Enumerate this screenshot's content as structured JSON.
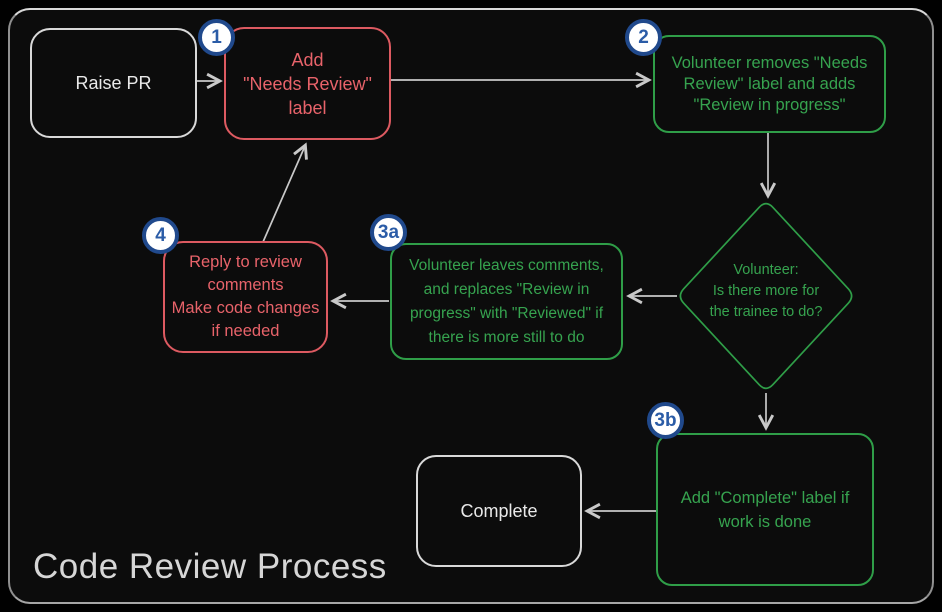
{
  "title": "Code Review Process",
  "colors": {
    "background": "#0c0c0c",
    "frame_border": "#b5b5b5",
    "neutral_node": "#d9d9d9",
    "red_accent": "#e8636a",
    "green_accent": "#2f9e48",
    "arrow": "#c9c9c9",
    "badge_ring": "#20498c",
    "badge_text": "#2b5ca7",
    "badge_fill": "#ffffff"
  },
  "nodes": {
    "raise_pr": {
      "label": "Raise PR"
    },
    "step1": {
      "badge": "1",
      "lines": [
        "Add",
        "\"Needs Review\"",
        "label"
      ]
    },
    "step2": {
      "badge": "2",
      "lines": [
        "Volunteer removes \"Needs",
        "Review\" label and adds",
        "\"Review in progress\""
      ]
    },
    "decision": {
      "lines": [
        "Volunteer:",
        "Is there more for",
        "the trainee to do?"
      ]
    },
    "step3a": {
      "badge": "3a",
      "lines": [
        "Volunteer leaves comments,",
        "and replaces \"Review in",
        "progress\" with \"Reviewed\" if",
        "there is more still to do"
      ]
    },
    "step4": {
      "badge": "4",
      "lines": [
        "Reply to review",
        "comments",
        "Make code changes",
        "if needed"
      ]
    },
    "step3b": {
      "badge": "3b",
      "lines": [
        "Add \"Complete\" label if",
        "work is done"
      ]
    },
    "complete": {
      "label": "Complete"
    }
  }
}
